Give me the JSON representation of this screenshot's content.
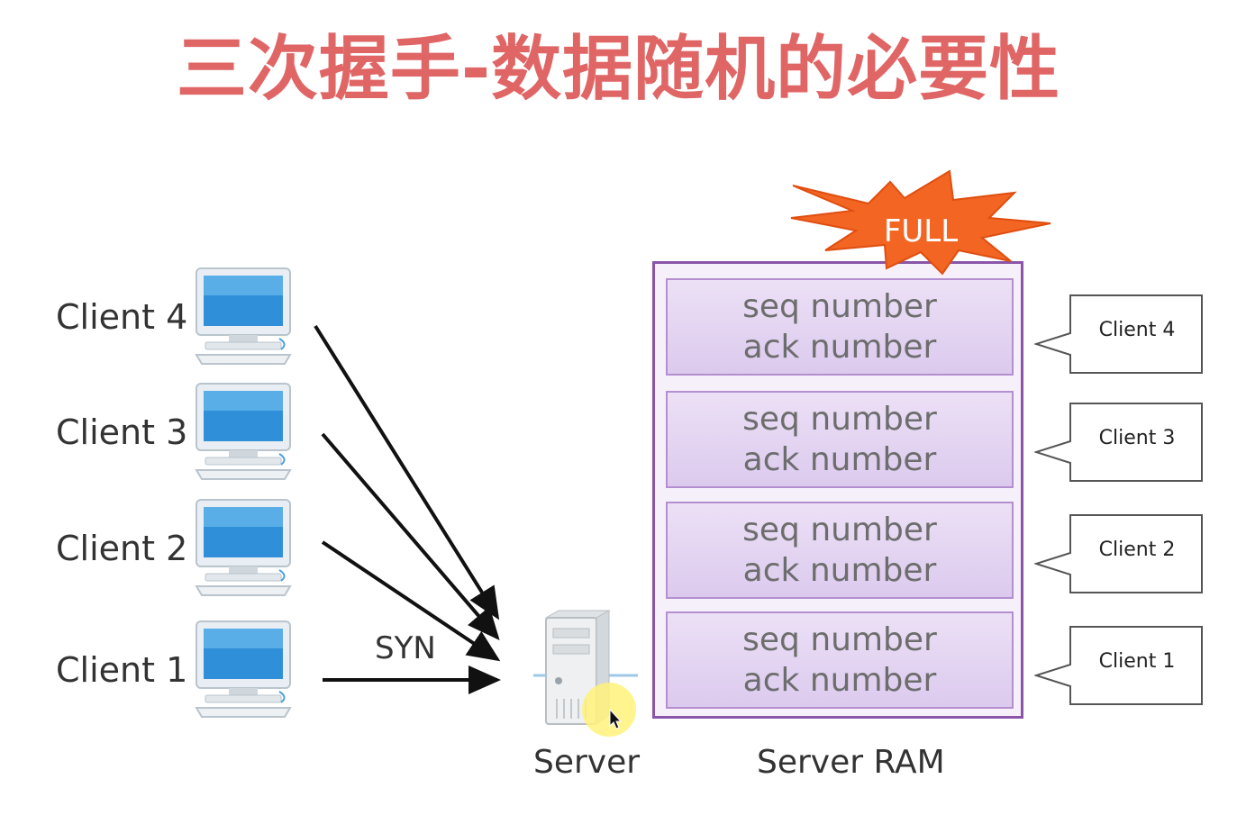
{
  "title": "三次握手-数据随机的必要性",
  "clients": [
    {
      "label": "Client 4"
    },
    {
      "label": "Client 3"
    },
    {
      "label": "Client 2"
    },
    {
      "label": "Client 1"
    }
  ],
  "syn_label": "SYN",
  "server_label": "Server",
  "ram_label": "Server RAM",
  "full_label": "FULL",
  "ram_slots": [
    {
      "seq": "seq number",
      "ack": "ack number"
    },
    {
      "seq": "seq number",
      "ack": "ack number"
    },
    {
      "seq": "seq number",
      "ack": "ack number"
    },
    {
      "seq": "seq number",
      "ack": "ack number"
    }
  ],
  "callouts": [
    {
      "label": "Client 4"
    },
    {
      "label": "Client 3"
    },
    {
      "label": "Client 2"
    },
    {
      "label": "Client 1"
    }
  ],
  "colors": {
    "title": "#e06666",
    "ram_border": "#8a55a8",
    "burst": "#f26522"
  }
}
